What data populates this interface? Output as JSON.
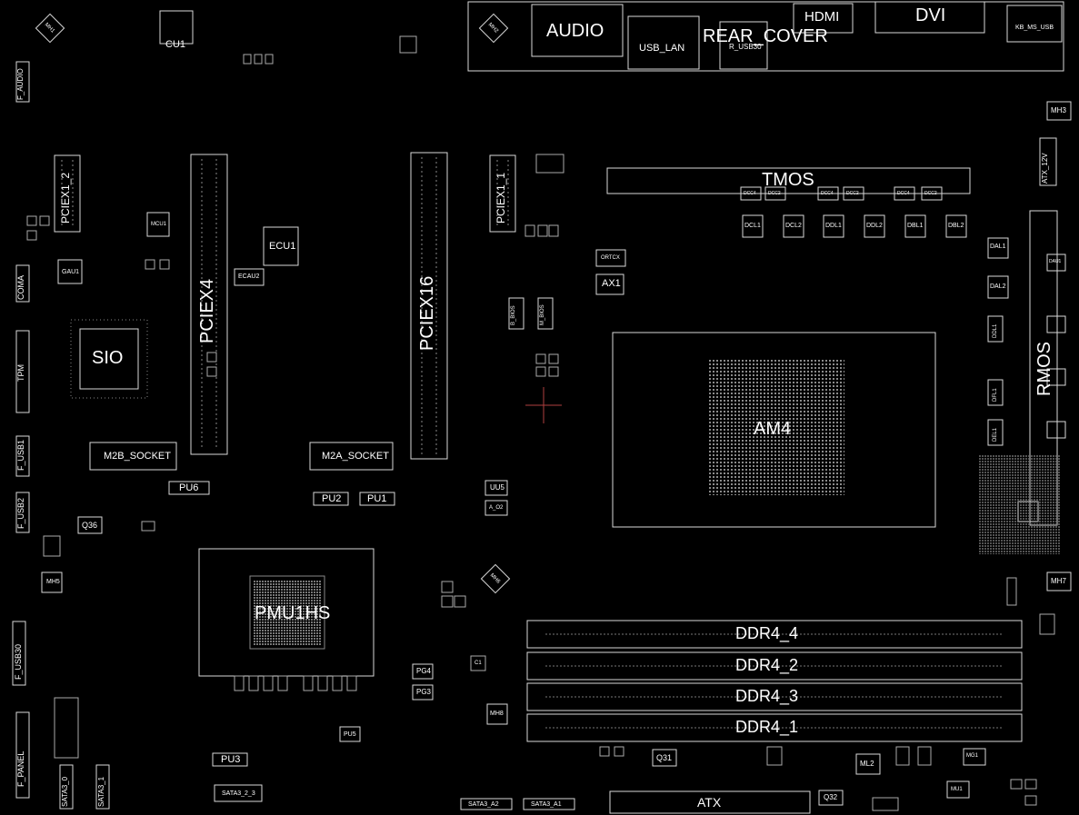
{
  "labels": {
    "audio": "AUDIO",
    "usb_lan": "USB_LAN",
    "rear_cover": "REAR_COVER",
    "r_usb30": "R_USB30",
    "hdmi": "HDMI",
    "dvi": "DVI",
    "kb_ms_usb": "KB_MS_USB",
    "mh1": "MH1",
    "mh2": "MH2",
    "mh3": "MH3",
    "mh5": "MH5",
    "mh6": "MH6",
    "mh7": "MH7",
    "mh8": "MH8",
    "cu1": "CU1",
    "f_audio": "F_AUDIO",
    "pciex1_2": "PCIEX1_2",
    "pciex1_1": "PCIEX1_1",
    "pciex4": "PCIEX4",
    "pciex16": "PCIEX16",
    "mcu1": "MCU1",
    "gau1": "GAU1",
    "ecu1": "ECU1",
    "ecau2": "ECAU2",
    "coma": "COMA",
    "sio": "SIO",
    "tpm": "TPM",
    "f_usb1": "F_USB1",
    "f_usb2": "F_USB2",
    "f_usb30": "F_USB30",
    "f_panel": "F_PANEL",
    "m2b_socket": "M2B_SOCKET",
    "m2a_socket": "M2A_SOCKET",
    "pu6": "PU6",
    "pu2": "PU2",
    "pu1": "PU1",
    "pu3": "PU3",
    "pu5": "PU5",
    "q36": "Q36",
    "q31": "Q31",
    "q32": "Q32",
    "pmu1hs": "PMU1HS",
    "pg4": "PG4",
    "pg3": "PG3",
    "uu5": "UU5",
    "a_o2": "A_O2",
    "sata3_0": "SATA3_0",
    "sata3_1": "SATA3_1",
    "sata3_23": "SATA3_2_3",
    "sata3_a2": "SATA3_A2",
    "sata3_a1": "SATA3_A1",
    "ortcx": "ORTCX",
    "ax1": "AX1",
    "b_bios": "B_BIOS",
    "m_bios": "M_BIOS",
    "tmos": "TMOS",
    "dcc4a": "DCC4",
    "dcc2a": "DCC2",
    "dcc4b": "DCC4",
    "dcc2b": "DCC2",
    "dcc4c": "DCC4",
    "dcc2c": "DCC2",
    "dcl1": "DCL1",
    "dcl2": "DCL2",
    "ddl1": "DDL1",
    "ddl2": "DDL2",
    "dbl1": "DBL1",
    "dbl2": "DBL2",
    "atx_12v": "ATX_12V",
    "dal1": "DAL1",
    "dal2": "DAL2",
    "ddl1b": "DDL1",
    "dfl1": "DFL1",
    "del1": "DEL1",
    "rmos": "RMOS",
    "dau1": "DAU1",
    "am4": "AM4",
    "ddr4_4": "DDR4_4",
    "ddr4_2": "DDR4_2",
    "ddr4_3": "DDR4_3",
    "ddr4_1": "DDR4_1",
    "atx": "ATX",
    "ml2": "ML2",
    "mg1": "MG1",
    "mu1": "MU1",
    "c1": "C1"
  }
}
